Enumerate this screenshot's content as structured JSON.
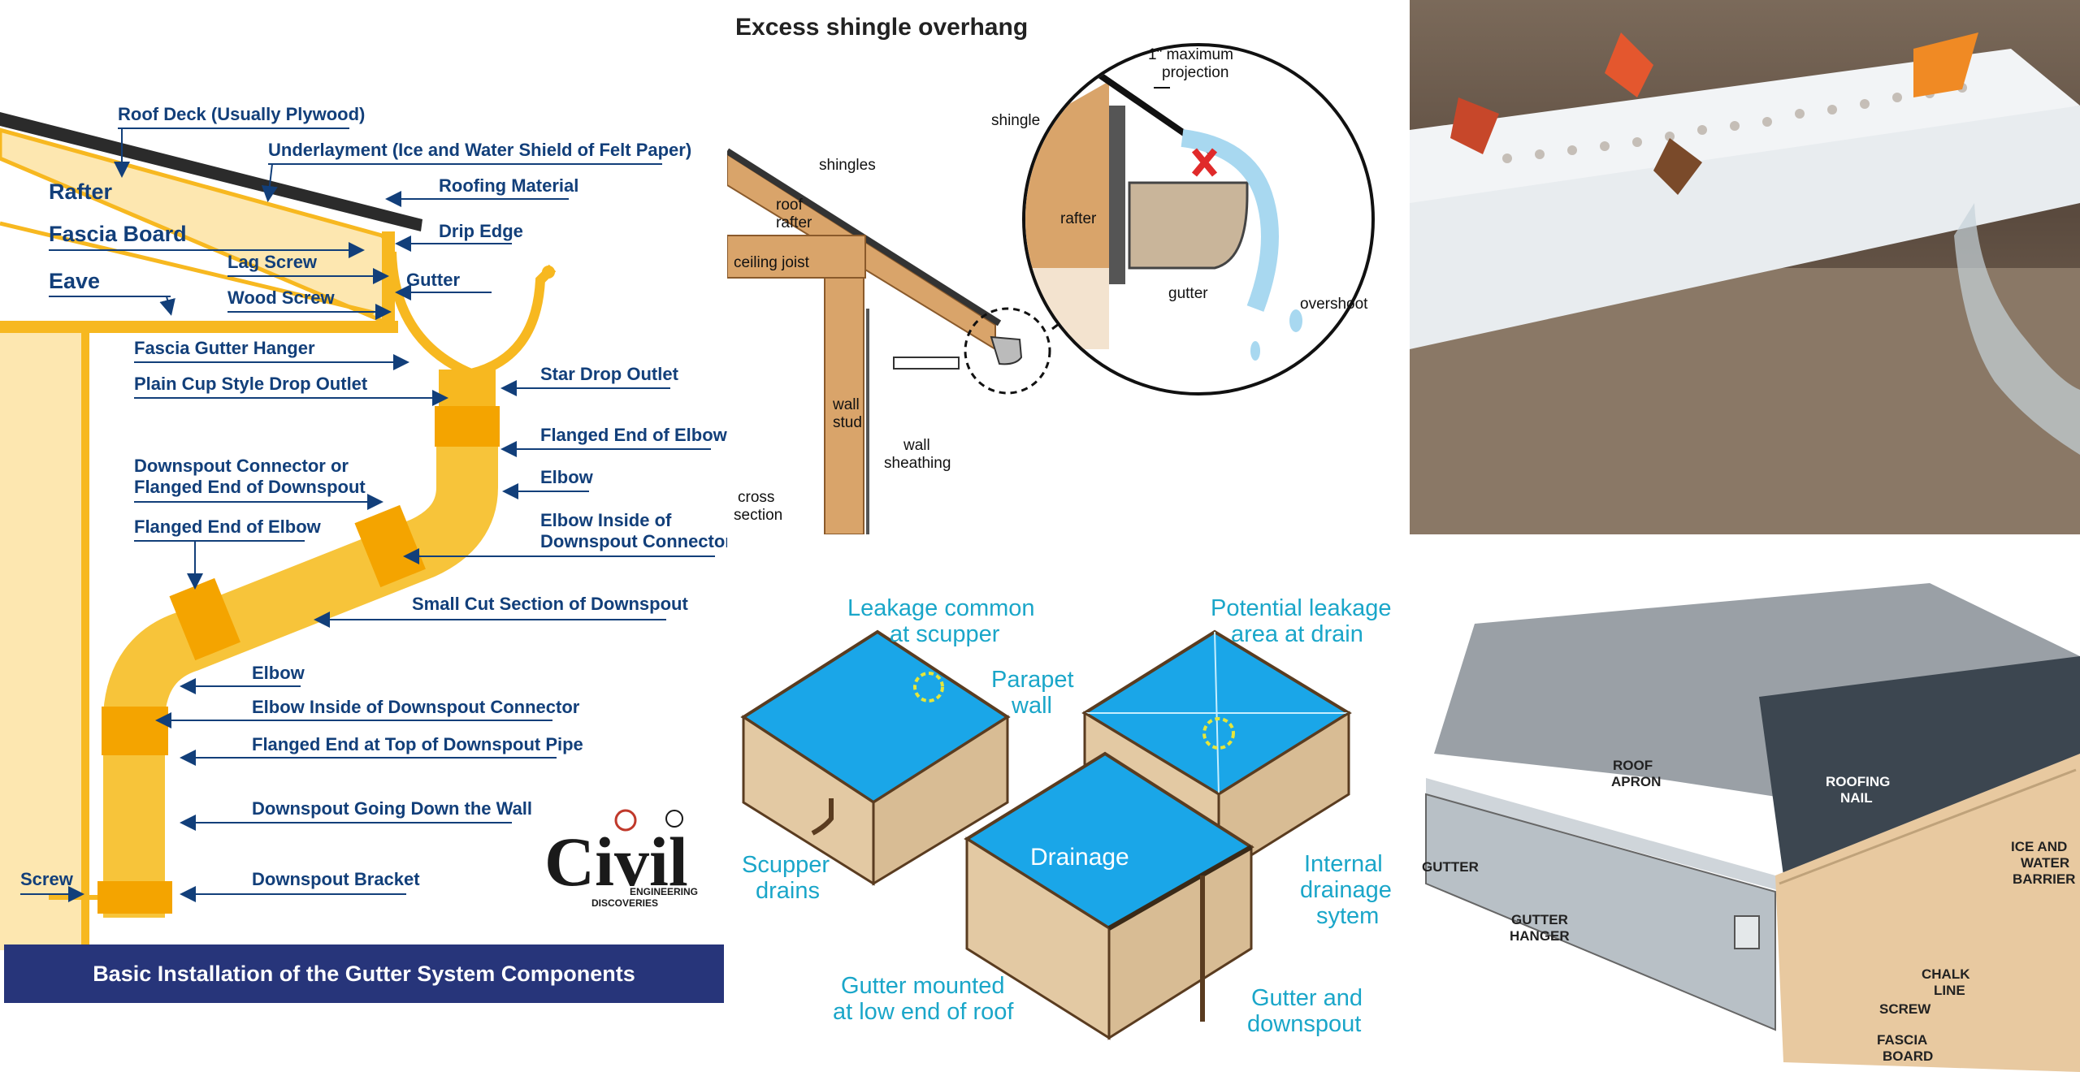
{
  "panel_gutter_system": {
    "labels": {
      "roof_deck": "Roof Deck (Usually Plywood)",
      "underlayment": "Underlayment (Ice and Water Shield of Felt Paper)",
      "roofing_material": "Roofing Material",
      "rafter": "Rafter",
      "fascia_board": "Fascia Board",
      "drip_edge": "Drip Edge",
      "lag_screw": "Lag Screw",
      "eave": "Eave",
      "gutter": "Gutter",
      "wood_screw": "Wood Screw",
      "fascia_gutter_hanger": "Fascia Gutter Hanger",
      "plain_cup_outlet": "Plain Cup Style Drop Outlet",
      "star_drop_outlet": "Star Drop Outlet",
      "flanged_end_elbow_right": "Flanged End of Elbow",
      "downspout_connector_l1": "Downspout Connector or",
      "downspout_connector_l2": "Flanged End of Downspout",
      "elbow_right": "Elbow",
      "flanged_end_elbow_left": "Flanged End of Elbow",
      "elbow_inside_l1": "Elbow Inside of",
      "elbow_inside_l2": "Downspout Connector",
      "small_cut": "Small Cut Section of Downspout",
      "elbow_lower": "Elbow",
      "elbow_inside_lower": "Elbow Inside of Downspout Connector",
      "flanged_top": "Flanged End at Top of Downspout Pipe",
      "downspout_down": "Downspout Going Down the Wall",
      "screw": "Screw",
      "downspout_bracket": "Downspout Bracket"
    },
    "logo_text": {
      "main": "Civil",
      "engineering": "ENGINEERING",
      "discoveries": "DISCOVERIES"
    },
    "banner": "Basic Installation of the Gutter System Components",
    "colors": {
      "gutter_yellow": "#f7b820",
      "navy_banner": "#27357a",
      "label_blue": "#123f7a"
    }
  },
  "panel_overhang": {
    "title": "Excess shingle overhang",
    "labels": {
      "shingles": "shingles",
      "roof_rafter_1": "roof",
      "roof_rafter_2": "rafter",
      "ceiling_joist": "ceiling joist",
      "wall_stud_1": "wall",
      "wall_stud_2": "stud",
      "wall_sheathing_1": "wall",
      "wall_sheathing_2": "sheathing",
      "cross_section_1": "cross",
      "cross_section_2": "section",
      "max_projection_1": "1\" maximum",
      "max_projection_2": "projection",
      "shingle": "shingle",
      "rafter": "rafter",
      "gutter": "gutter",
      "overshoot": "overshoot"
    }
  },
  "panel_photo_guard": {
    "icons": [
      "leaf-icon",
      "gutter-guard-mesh-icon",
      "water-flow-icon"
    ]
  },
  "panel_flat_roof": {
    "labels": {
      "leak_scupper_1": "Leakage common",
      "leak_scupper_2": "at scupper",
      "parapet_1": "Parapet",
      "parapet_2": "wall",
      "potential_leak_1": "Potential leakage",
      "potential_leak_2": "area at drain",
      "scupper_drains_1": "Scupper",
      "scupper_drains_2": "drains",
      "drainage": "Drainage",
      "internal_1": "Internal",
      "internal_2": "drainage",
      "internal_3": "sytem",
      "gutter_low_1": "Gutter mounted",
      "gutter_low_2": "at low end of roof",
      "gutter_down_1": "Gutter and",
      "gutter_down_2": "downspout"
    },
    "colors": {
      "roof_blue": "#1aa6e8",
      "label_cyan": "#1aa6c9",
      "wall_tan": "#e3c9a3"
    }
  },
  "panel_gutter_detail": {
    "labels": {
      "roof_apron_1": "ROOF",
      "roof_apron_2": "APRON",
      "roofing_nail_1": "ROOFING",
      "roofing_nail_2": "NAIL",
      "gutter": "GUTTER",
      "gutter_hanger_1": "GUTTER",
      "gutter_hanger_2": "HANGER",
      "ice_water_1": "ICE AND",
      "ice_water_2": "WATER",
      "ice_water_3": "BARRIER",
      "chalk_line_1": "CHALK",
      "chalk_line_2": "LINE",
      "screw": "SCREW",
      "fascia_board_1": "FASCIA",
      "fascia_board_2": "BOARD"
    }
  }
}
